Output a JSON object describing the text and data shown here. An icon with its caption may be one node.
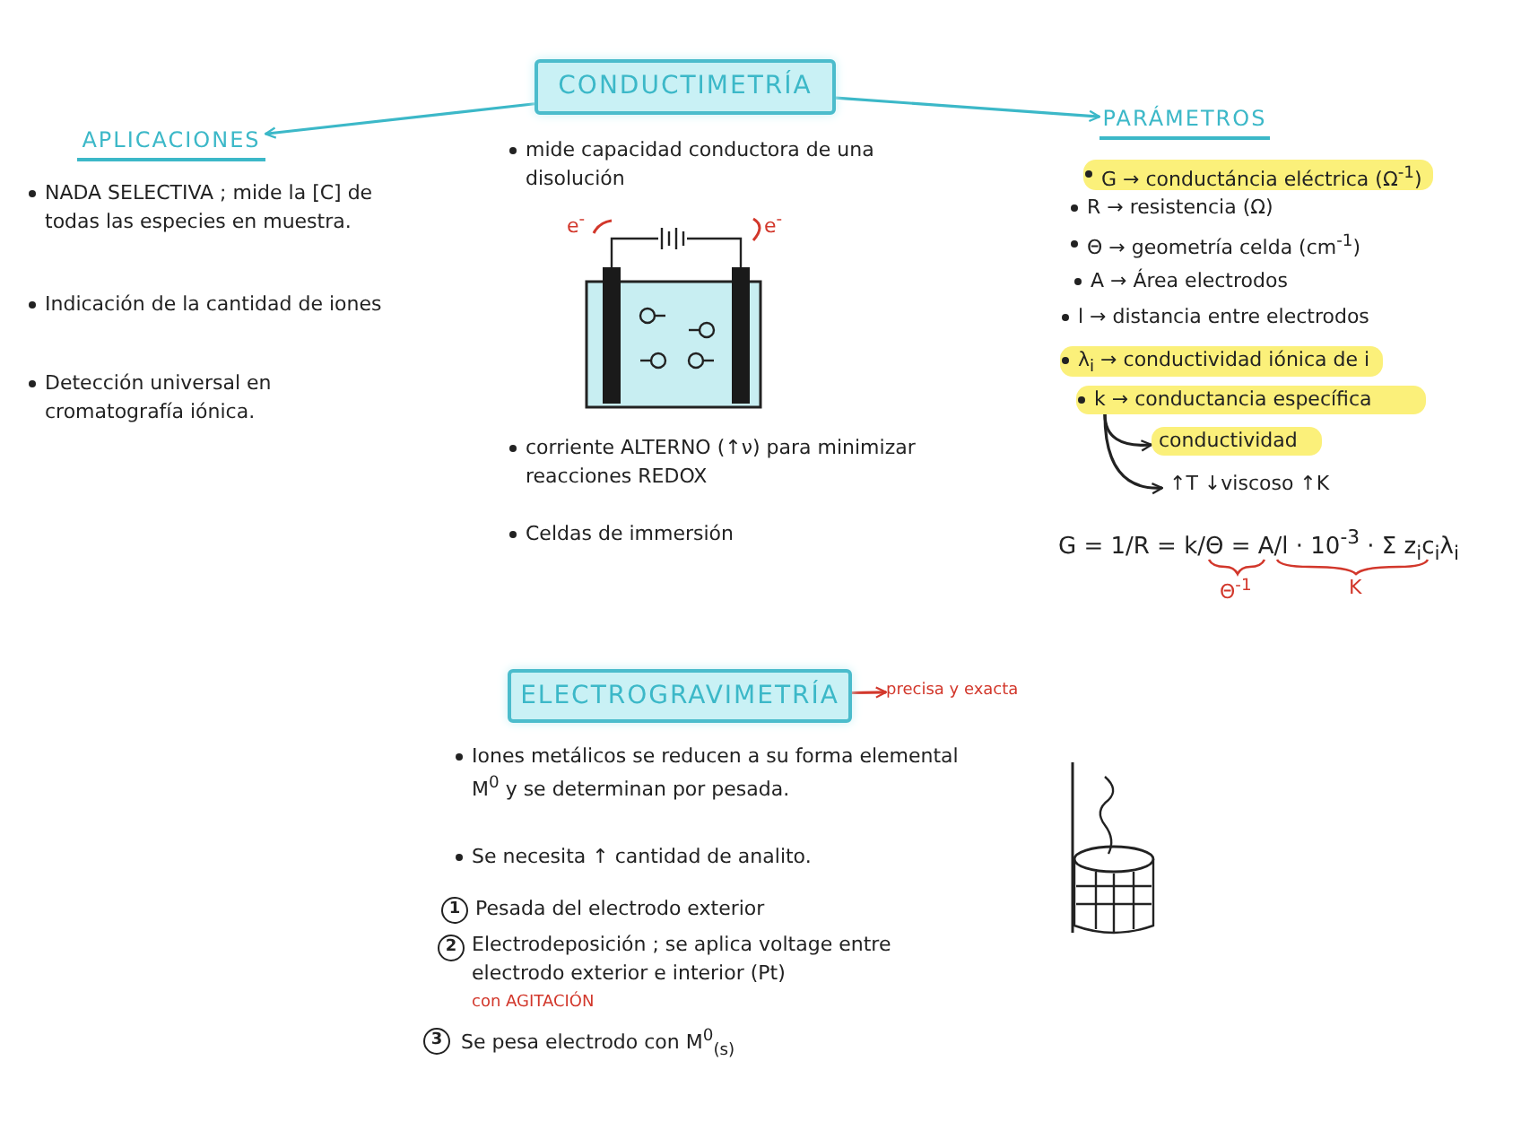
{
  "diagram": {
    "nodes": [
      {
        "text": [
          "CONDUCTIMETRÍA"
        ]
      },
      {
        "text": [
          "APLICACIONES"
        ]
      },
      {
        "text": [
          "PARÁMETROS"
        ]
      },
      {
        "text": [
          "G → conductáncia eléctrica (Ω$^{-1}$)"
        ]
      },
      {
        "text": [
          "λ$_{i}$ → conductividad iónica de i"
        ]
      },
      {
        "text": [
          "k → conductancia específica"
        ]
      },
      {
        "text": [
          "conductividad"
        ]
      },
      {
        "text": [
          "↑T ↓viscoso ↑K"
        ]
      },
      {
        "text": [
          "ELECTROGRAVIMETRÍA"
        ]
      },
      {
        "text": [
          "precisa y exacta"
        ]
      }
    ],
    "edges": [
      {
        "from": 0,
        "to": 1,
        "arrow": "to",
        "color": "#3cb8c8"
      },
      {
        "from": 0,
        "to": 2,
        "arrow": "to",
        "color": "#3cb8c8"
      },
      {
        "from": 8,
        "to": 9,
        "arrow": "to",
        "color": "#d2372b"
      },
      {
        "from": 5,
        "to": 6,
        "arrow": "to",
        "color": "#222222"
      },
      {
        "from": 5,
        "to": 7,
        "arrow": "to",
        "color": "#222222"
      }
    ],
    "labels": [
      "mide capacidad conductora de una disolución",
      "NADA SELECTIVA ; mide la [C] de todas las especies en muestra.",
      "R → resistencia (Ω)",
      "Θ → geometría celda (cm$^{-1}$)",
      "A → Área electrodos",
      "e$^{-}$",
      "e$^{-}$",
      "l → distancia entre electrodos",
      "Indicación de la cantidad de iones",
      "Detección universal en cromatografía iónica.",
      "corriente ALTERNO (↑ν) para minimizar reacciones REDOX",
      "Celdas de immersión",
      "G = 1/R = k/Θ = A/l · 10$^{-3}$ · Σ z$_{i}$c$_{i}$λ$_{i}$",
      "Θ$^{-1}$",
      "K",
      "Iones metálicos se reducen a su forma elemental M$^{0}$ y se determinan por pesada.",
      "Se necesita ↑ cantidad de analito.",
      "1",
      "Pesada del electrodo exterior",
      "2",
      "Electrodeposición ; se aplica voltage entre electrodo exterior e interior (Pt)",
      "con AGITACIÓN",
      "3",
      "Se pesa electrodo con M$^{0}$$_{(s)}$"
    ]
  }
}
